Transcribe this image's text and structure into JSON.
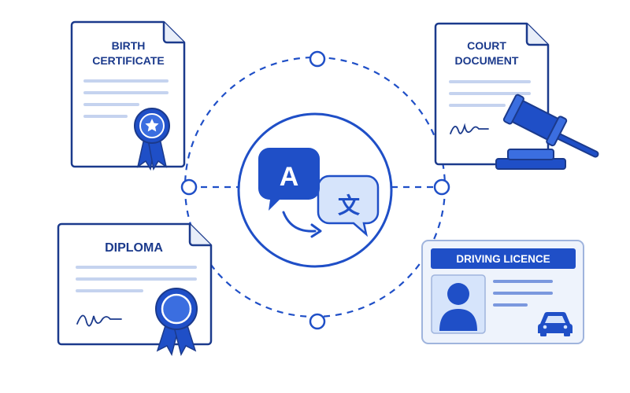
{
  "documents": {
    "birth_certificate": {
      "line1": "BIRTH",
      "line2": "CERTIFICATE",
      "icon": "rosette-star-icon"
    },
    "court_document": {
      "line1": "COURT",
      "line2": "DOCUMENT",
      "icon": "gavel-icon"
    },
    "diploma": {
      "title": "DIPLOMA",
      "icon": "rosette-icon"
    },
    "driving_licence": {
      "title": "DRIVING LICENCE",
      "icon": "car-icon"
    }
  },
  "center": {
    "source_glyph": "A",
    "target_glyph": "文",
    "icon": "translate-icon"
  },
  "colors": {
    "primary": "#1f4fc7",
    "dark": "#1b3a8c",
    "light_fill": "#d6e4fb",
    "line": "#c5d3ef"
  }
}
